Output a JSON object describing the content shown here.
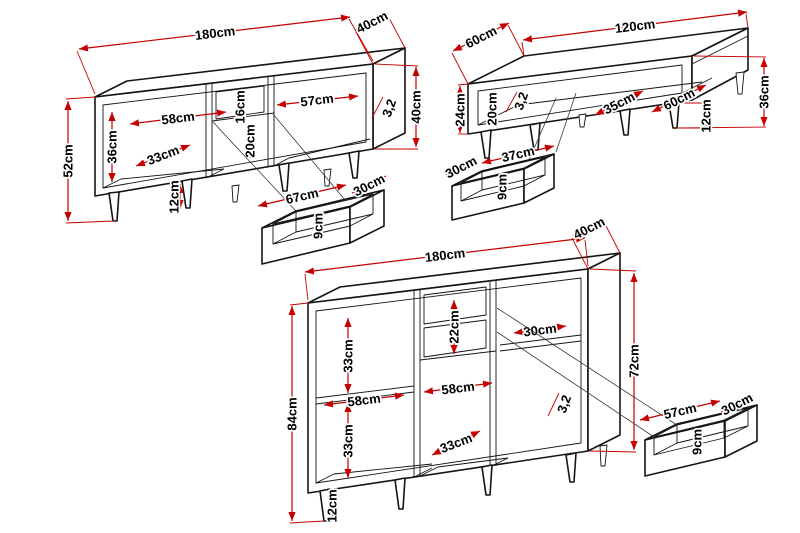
{
  "diagram": {
    "background": "#ffffff",
    "dimension_color": "#c40000",
    "outline_color": "#141414"
  },
  "tv_stand": {
    "width": "180cm",
    "depth": "40cm",
    "total_height": "52cm",
    "body_height": "40cm",
    "inner_height": "36cm",
    "left_opening_width": "58cm",
    "right_opening_width": "57cm",
    "drawer_front_height": "16cm",
    "niche_height": "20cm",
    "inner_depth": "33cm",
    "panel_thickness": "3,2",
    "leg_height": "12cm",
    "drawer": {
      "width": "67cm",
      "depth": "30cm",
      "height": "9cm"
    }
  },
  "coffee_table": {
    "depth": "60cm",
    "width": "120cm",
    "body_height": "24cm",
    "inner_height": "20cm",
    "panel_thickness": "3,2",
    "inner_depth": "35cm",
    "inner_width": "60cm",
    "total_height": "36cm",
    "leg_height": "12cm",
    "drawer": {
      "depth": "30cm",
      "width": "37cm",
      "height": "9cm"
    }
  },
  "sideboard": {
    "width": "180cm",
    "depth": "40cm",
    "total_height": "84cm",
    "body_height": "72cm",
    "right_opening_width": "30cm",
    "upper_shelf_height": "33cm",
    "lower_shelf_height": "33cm",
    "left_opening_width": "58cm",
    "drawer_zone_height": "22cm",
    "middle_opening_width": "58cm",
    "inner_depth": "33cm",
    "panel_thickness": "3,2",
    "leg_height": "12cm",
    "drawer": {
      "width": "57cm",
      "depth": "30cm",
      "height": "9cm"
    }
  }
}
